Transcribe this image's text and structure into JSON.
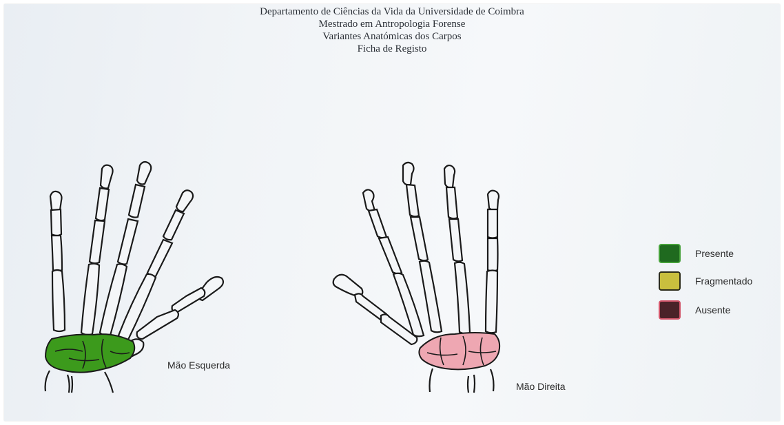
{
  "header": {
    "line1": "Departamento de Ciências da Vida da Universidade de Coimbra",
    "line2": "Mestrado em Antropologia Forense",
    "line3": "Variantes Anatómicas dos Carpos",
    "line4": "Ficha de Registo"
  },
  "hands": {
    "left": {
      "label": "Mão Esquerda",
      "carpal_status": "Presente",
      "carpal_color": "#3c9a1c"
    },
    "right": {
      "label": "Mão Direita",
      "carpal_status": "Ausente",
      "carpal_color": "#eea7b2"
    }
  },
  "legend": [
    {
      "label": "Presente",
      "color": "#1f6a1f",
      "border": "#46a13a"
    },
    {
      "label": "Fragmentado",
      "color": "#c9bf3e",
      "border": "#2b2b1a"
    },
    {
      "label": "Ausente",
      "color": "#4a2228",
      "border": "#d2566a"
    }
  ]
}
